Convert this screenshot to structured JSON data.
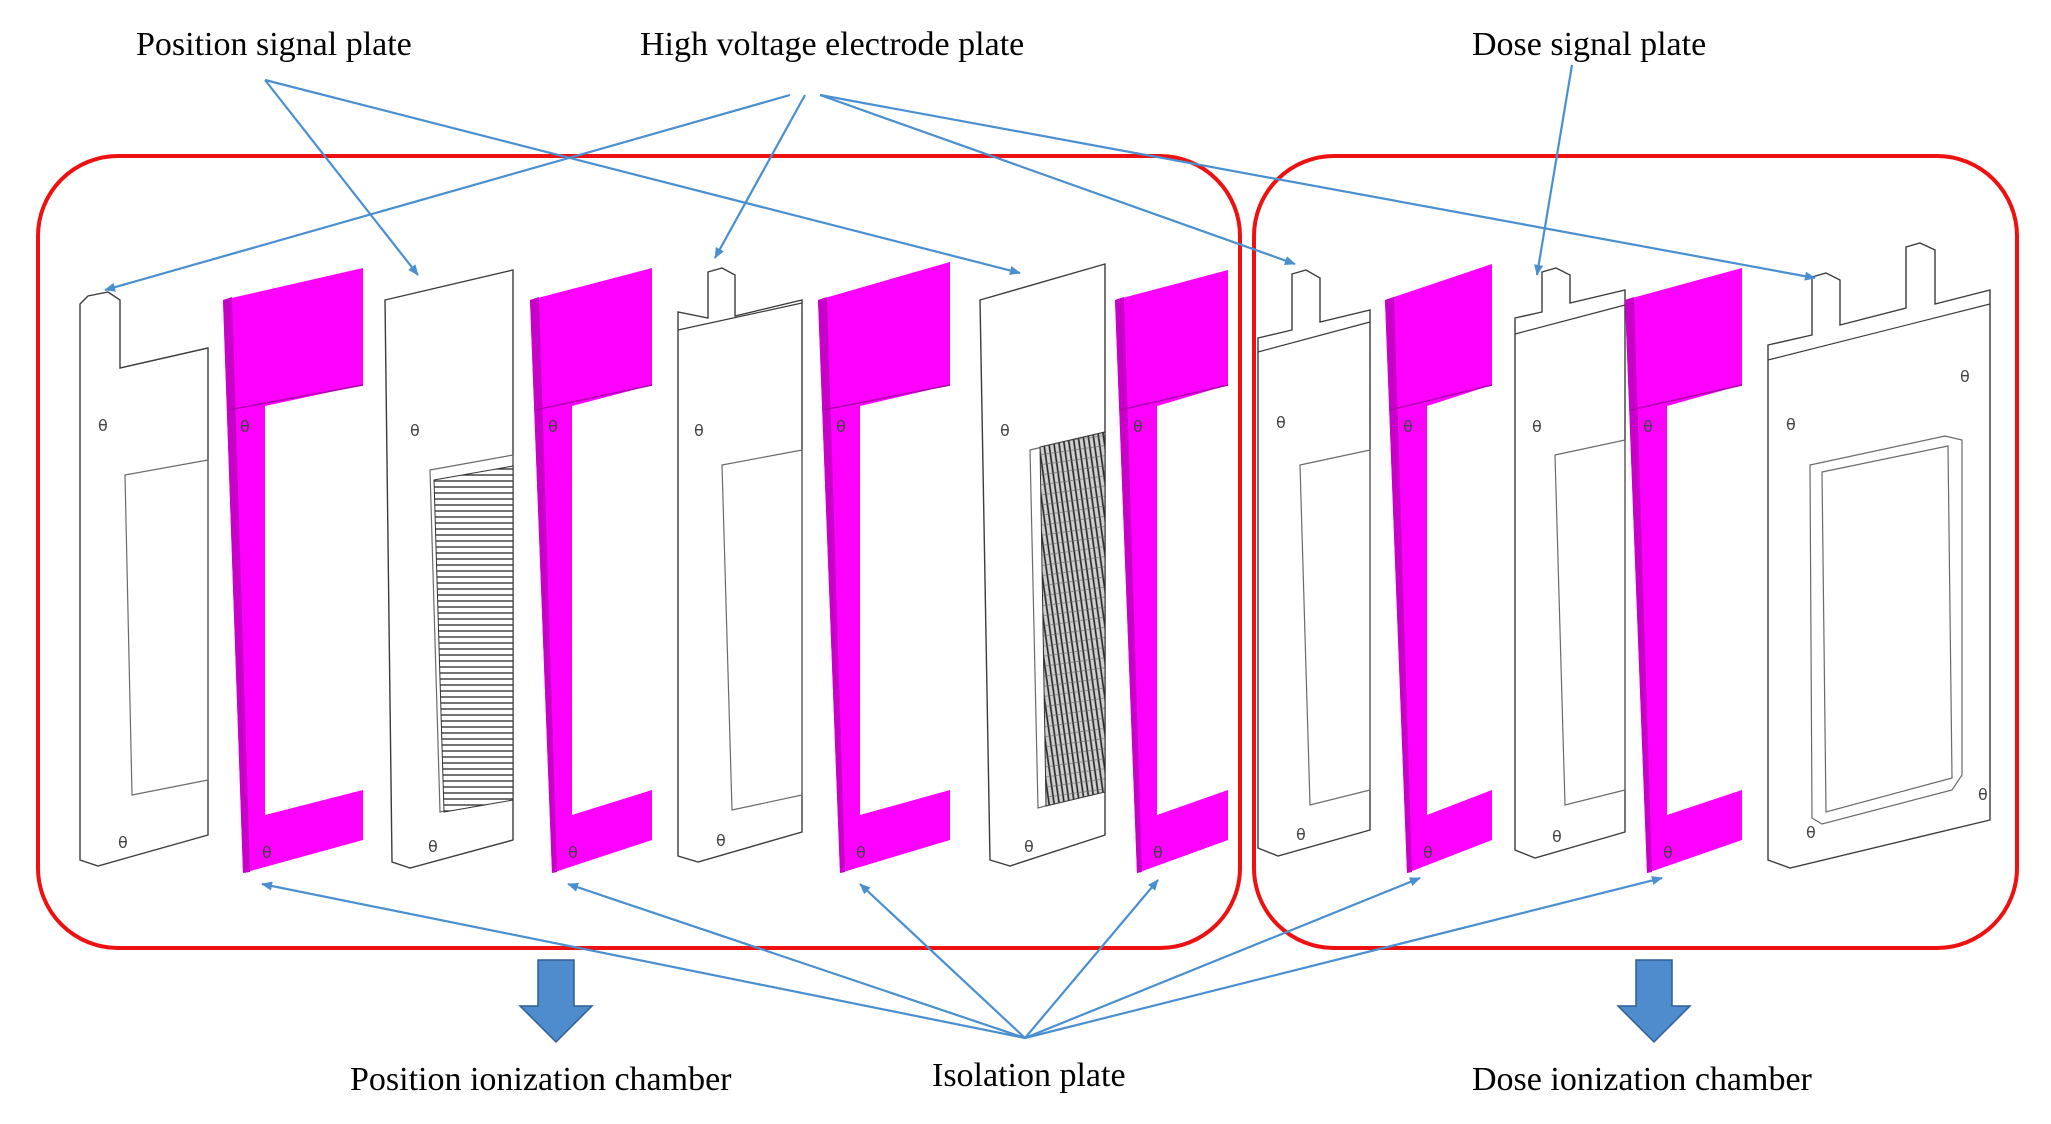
{
  "labels": {
    "position_signal_plate": "Position signal plate",
    "high_voltage_electrode_plate": "High voltage electrode plate",
    "dose_signal_plate": "Dose signal plate",
    "position_ionization_chamber": "Position ionization chamber",
    "isolation_plate": "Isolation plate",
    "dose_ionization_chamber": "Dose ionization chamber"
  },
  "colors": {
    "isolation_plate": "#ff00ff",
    "isolation_plate_dark": "#c400c4",
    "chamber_outline": "#ee1111",
    "leader_arrow": "#4a8fd0",
    "down_arrow": "#4f8ccd",
    "plate_stroke": "#3c3c3c"
  },
  "screw_mark": "θ"
}
